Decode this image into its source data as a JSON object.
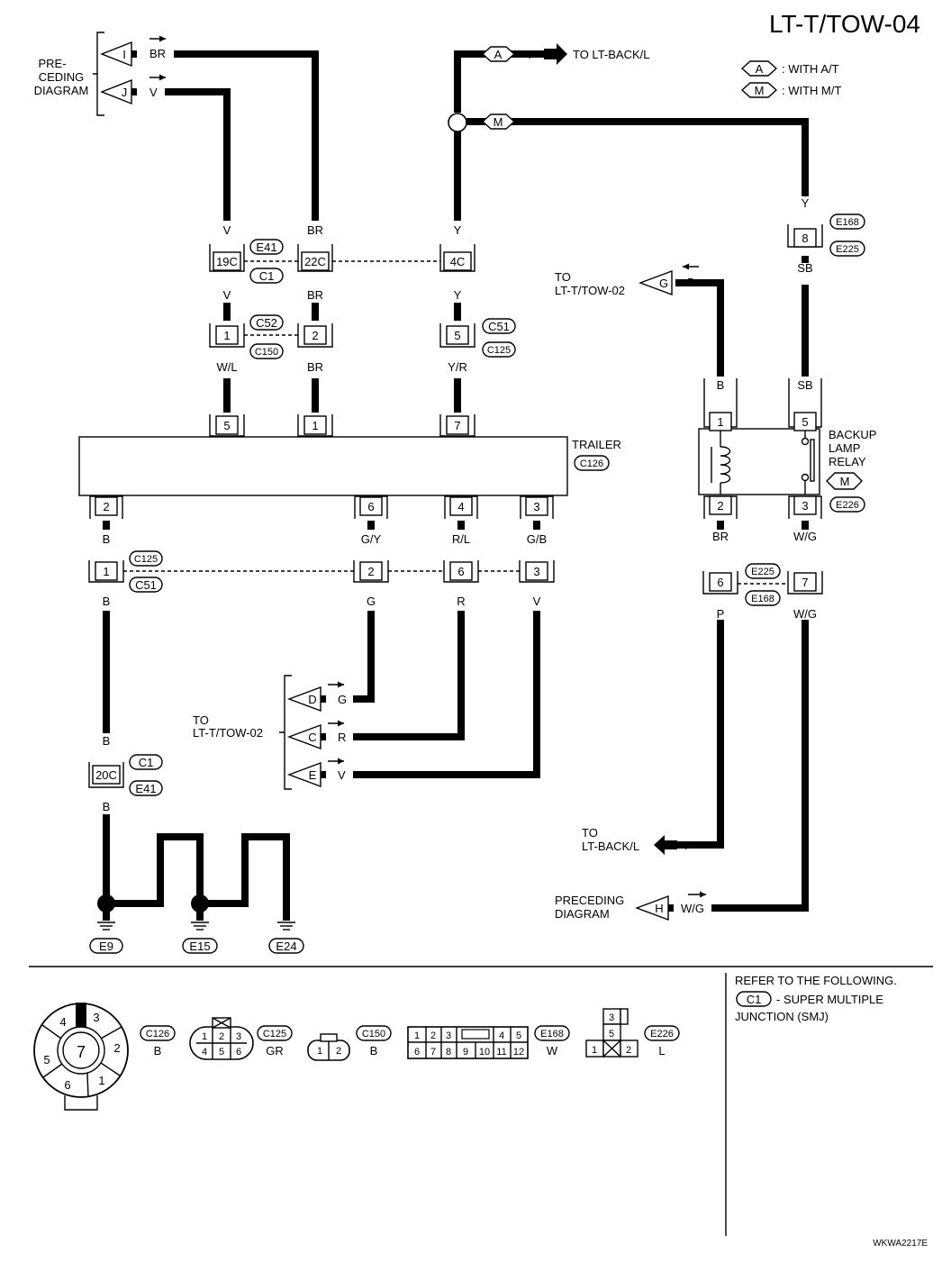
{
  "page_title": "LT-T/TOW-04",
  "figure_id": "WKWA2217E",
  "legend": [
    {
      "tag": "A",
      "text": ": WITH A/T"
    },
    {
      "tag": "M",
      "text": ": WITH M/T"
    }
  ],
  "labels": {
    "preceding_top": [
      "PRE-",
      "CEDING",
      "DIAGRAM"
    ],
    "to_lt_back_top": "TO LT-BACK/L",
    "to_tow02_right": [
      "TO",
      "LT-T/TOW-02"
    ],
    "to_tow02_left": [
      "TO",
      "LT-T/TOW-02"
    ],
    "trailer": "TRAILER",
    "relay": [
      "BACKUP",
      "LAMP",
      "RELAY"
    ],
    "to_lt_back_bottom": [
      "TO",
      "LT-BACK/L"
    ],
    "preceding_bottom": [
      "PRECEDING",
      "DIAGRAM"
    ],
    "refer": [
      "REFER TO THE FOLLOWING.",
      "- SUPER MULTIPLE",
      "JUNCTION (SMJ)"
    ]
  },
  "wire_colors": {
    "br": "BR",
    "v": "V",
    "y": "Y",
    "b": "B",
    "sb": "SB",
    "wl": "W/L",
    "yr": "Y/R",
    "gy": "G/Y",
    "rl": "R/L",
    "gb": "G/B",
    "g": "G",
    "r": "R",
    "p": "P",
    "wg": "W/G"
  },
  "arrow_tags": {
    "i": "I",
    "j": "J",
    "a": "A",
    "m": "M",
    "g": "G",
    "d": "D",
    "c": "C",
    "e": "E",
    "h": "H"
  },
  "connectors": {
    "e41": "E41",
    "c1": "C1",
    "c52": "C52",
    "c150": "C150",
    "c51": "C51",
    "c125": "C125",
    "c126": "C126",
    "e168": "E168",
    "e225": "E225",
    "e226": "E226",
    "e9": "E9",
    "e15": "E15",
    "e24": "E24"
  },
  "pins": {
    "p19c": "19C",
    "p22c": "22C",
    "p4c": "4C",
    "p1": "1",
    "p2": "2",
    "p5": "5",
    "p7": "7",
    "p6": "6",
    "p4": "4",
    "p3": "3",
    "p8": "8",
    "p20c": "20C"
  },
  "connector_views": [
    {
      "id": "C126",
      "color": "B",
      "pins": [
        "4",
        "3",
        "2",
        "1",
        "6",
        "5",
        "7"
      ]
    },
    {
      "id": "C125",
      "color": "GR",
      "pins": [
        "1",
        "2",
        "3",
        "4",
        "5",
        "6"
      ]
    },
    {
      "id": "C150",
      "color": "B",
      "pins": [
        "1",
        "2"
      ]
    },
    {
      "id": "E168",
      "color": "W",
      "pins": [
        "1",
        "2",
        "3",
        "4",
        "5",
        "6",
        "7",
        "8",
        "9",
        "10",
        "11",
        "12"
      ]
    },
    {
      "id": "E226",
      "color": "L",
      "pins": [
        "3",
        "5",
        "1",
        "2"
      ]
    }
  ]
}
